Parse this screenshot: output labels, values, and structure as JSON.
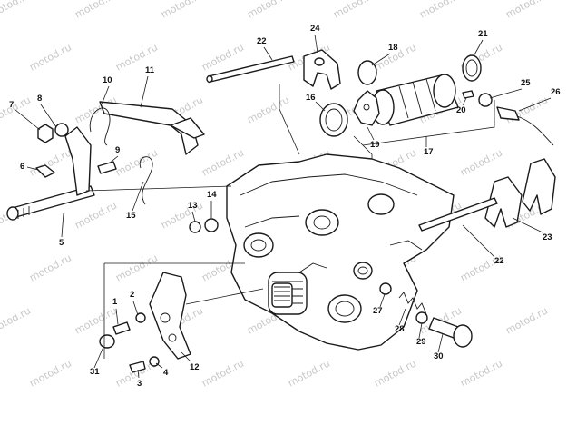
{
  "watermark": "motod.ru",
  "callouts": [
    {
      "id": "1",
      "label": "1"
    },
    {
      "id": "2",
      "label": "2"
    },
    {
      "id": "3",
      "label": "3"
    },
    {
      "id": "4",
      "label": "4"
    },
    {
      "id": "5",
      "label": "5"
    },
    {
      "id": "6",
      "label": "6"
    },
    {
      "id": "7",
      "label": "7"
    },
    {
      "id": "8",
      "label": "8"
    },
    {
      "id": "9",
      "label": "9"
    },
    {
      "id": "10",
      "label": "10"
    },
    {
      "id": "11",
      "label": "11"
    },
    {
      "id": "12",
      "label": "12"
    },
    {
      "id": "13",
      "label": "13"
    },
    {
      "id": "14",
      "label": "14"
    },
    {
      "id": "15",
      "label": "15"
    },
    {
      "id": "16",
      "label": "16"
    },
    {
      "id": "17",
      "label": "17"
    },
    {
      "id": "18",
      "label": "18"
    },
    {
      "id": "19",
      "label": "19"
    },
    {
      "id": "20",
      "label": "20"
    },
    {
      "id": "21",
      "label": "21"
    },
    {
      "id": "22a",
      "label": "22"
    },
    {
      "id": "22b",
      "label": "22"
    },
    {
      "id": "23",
      "label": "23"
    },
    {
      "id": "24",
      "label": "24"
    },
    {
      "id": "25",
      "label": "25"
    },
    {
      "id": "26",
      "label": "26"
    },
    {
      "id": "27",
      "label": "27"
    },
    {
      "id": "28",
      "label": "28"
    },
    {
      "id": "29",
      "label": "29"
    },
    {
      "id": "30",
      "label": "30"
    },
    {
      "id": "31",
      "label": "31"
    }
  ]
}
